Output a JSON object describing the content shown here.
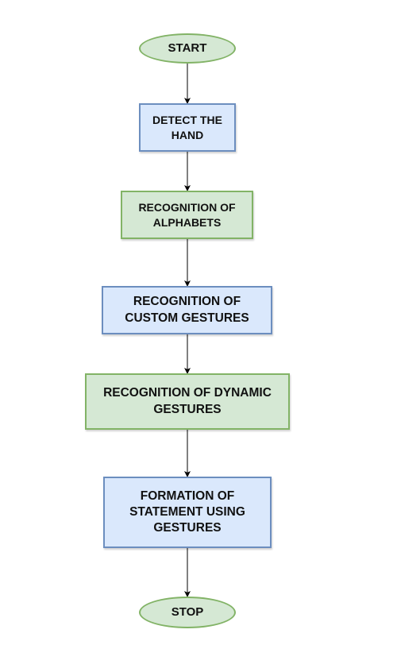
{
  "diagram": {
    "nodes": [
      {
        "id": "start",
        "label": "START",
        "shape": "terminal",
        "fill": "#d5e8d4",
        "stroke": "#82b366"
      },
      {
        "id": "detect-hand",
        "label": "DETECT THE\nHAND",
        "shape": "process",
        "fill": "#dae8fc",
        "stroke": "#6c8ebf"
      },
      {
        "id": "recognition-alphabets",
        "label": "RECOGNITION OF\nALPHABETS",
        "shape": "process",
        "fill": "#d5e8d4",
        "stroke": "#82b366"
      },
      {
        "id": "recognition-custom",
        "label": "RECOGNITION OF\nCUSTOM GESTURES",
        "shape": "process",
        "fill": "#dae8fc",
        "stroke": "#6c8ebf"
      },
      {
        "id": "recognition-dynamic",
        "label": "RECOGNITION OF DYNAMIC\nGESTURES",
        "shape": "process",
        "fill": "#d5e8d4",
        "stroke": "#82b366"
      },
      {
        "id": "formation-statement",
        "label": "FORMATION OF\nSTATEMENT USING\nGESTURES",
        "shape": "process",
        "fill": "#dae8fc",
        "stroke": "#6c8ebf"
      },
      {
        "id": "stop",
        "label": "STOP",
        "shape": "terminal",
        "fill": "#d5e8d4",
        "stroke": "#82b366"
      }
    ],
    "edges": [
      {
        "from": "start",
        "to": "detect-hand"
      },
      {
        "from": "detect-hand",
        "to": "recognition-alphabets"
      },
      {
        "from": "recognition-alphabets",
        "to": "recognition-custom"
      },
      {
        "from": "recognition-custom",
        "to": "recognition-dynamic"
      },
      {
        "from": "recognition-dynamic",
        "to": "formation-statement"
      },
      {
        "from": "formation-statement",
        "to": "stop"
      }
    ]
  }
}
